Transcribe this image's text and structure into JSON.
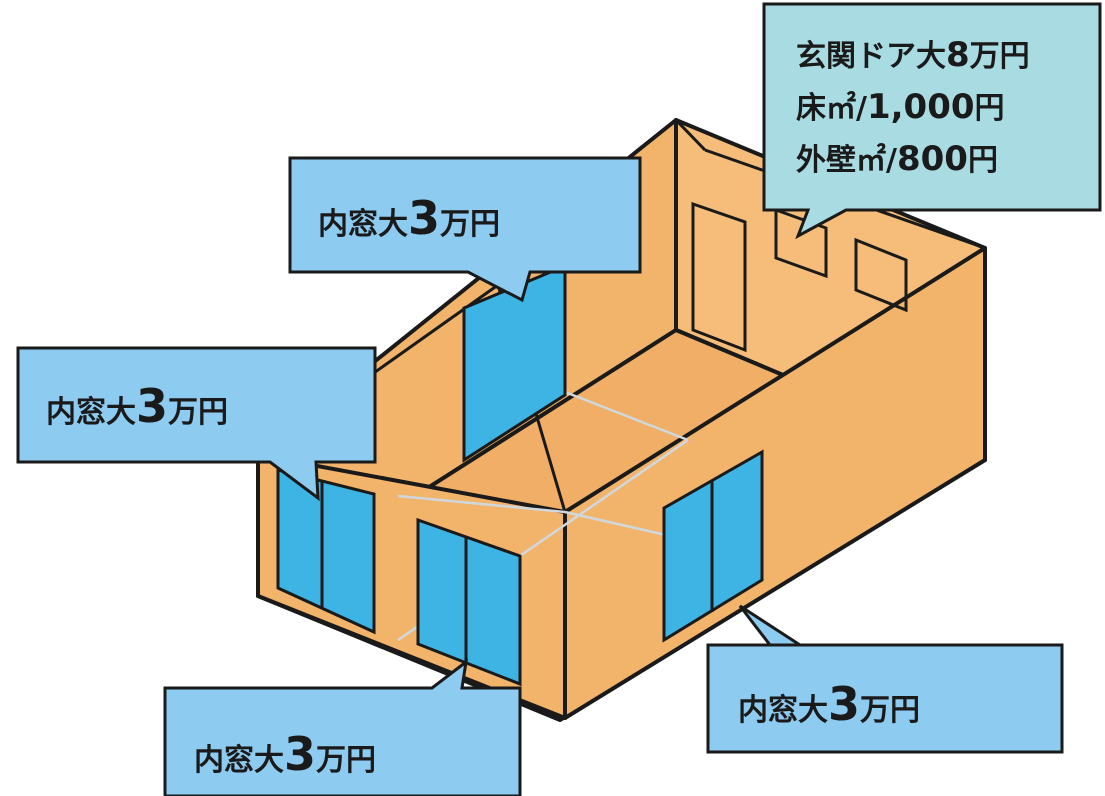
{
  "colors": {
    "wall": "#f2b36b",
    "outline": "#1a1a1a",
    "window": "#3db4e4",
    "callout_blue": "#8ecbf0",
    "callout_teal": "#a9dbe3",
    "seam": "#d0d8de"
  },
  "callouts": {
    "top_window": {
      "prefix": "内窓大",
      "number": "3",
      "suffix": "万円"
    },
    "left_window": {
      "prefix": "内窓大",
      "number": "3",
      "suffix": "万円"
    },
    "bottom_window": {
      "prefix": "内窓大",
      "number": "3",
      "suffix": "万円"
    },
    "right_window": {
      "prefix": "内窓大",
      "number": "3",
      "suffix": "万円"
    }
  },
  "info_box": {
    "line1_text": "玄関ドア大",
    "line1_num": "8",
    "line1_unit": "万円",
    "line2_text": "床㎡/",
    "line2_num": "1,000",
    "line2_unit": "円",
    "line3_text": "外壁㎡/",
    "line3_num": "800",
    "line3_unit": "円"
  }
}
